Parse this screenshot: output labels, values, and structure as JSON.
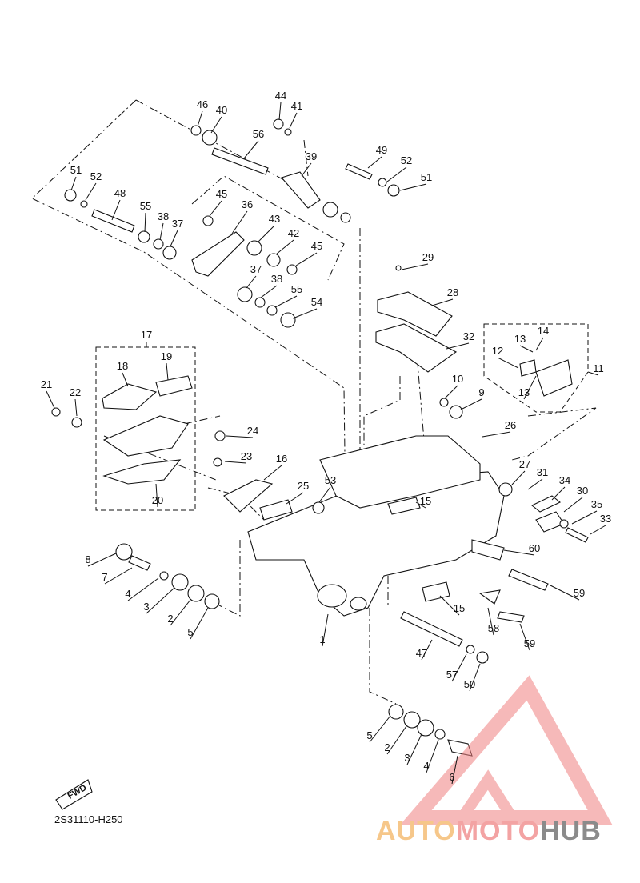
{
  "diagram": {
    "document_code": "2S31110-H250",
    "direction_label": "FWD",
    "watermark": {
      "part1": "AUTO",
      "part2": "MOTO",
      "part3": "HUB"
    },
    "colors": {
      "line": "#111111",
      "watermark_orange": "#f6c78a",
      "watermark_red": "#f3a3a3",
      "watermark_gray": "#8b8b8b"
    },
    "callouts": [
      "46",
      "40",
      "44",
      "41",
      "56",
      "39",
      "49",
      "52",
      "51",
      "51",
      "52",
      "48",
      "55",
      "38",
      "37",
      "45",
      "36",
      "43",
      "42",
      "45",
      "37",
      "38",
      "55",
      "54",
      "29",
      "28",
      "32",
      "13",
      "14",
      "12",
      "13",
      "11",
      "10",
      "9",
      "17",
      "19",
      "18",
      "21",
      "22",
      "24",
      "23",
      "16",
      "25",
      "53",
      "26",
      "27",
      "31",
      "34",
      "30",
      "35",
      "33",
      "20",
      "15",
      "60",
      "8",
      "7",
      "4",
      "3",
      "2",
      "5",
      "59",
      "58",
      "15",
      "59",
      "1",
      "47",
      "57",
      "50",
      "5",
      "2",
      "3",
      "4",
      "6"
    ]
  }
}
